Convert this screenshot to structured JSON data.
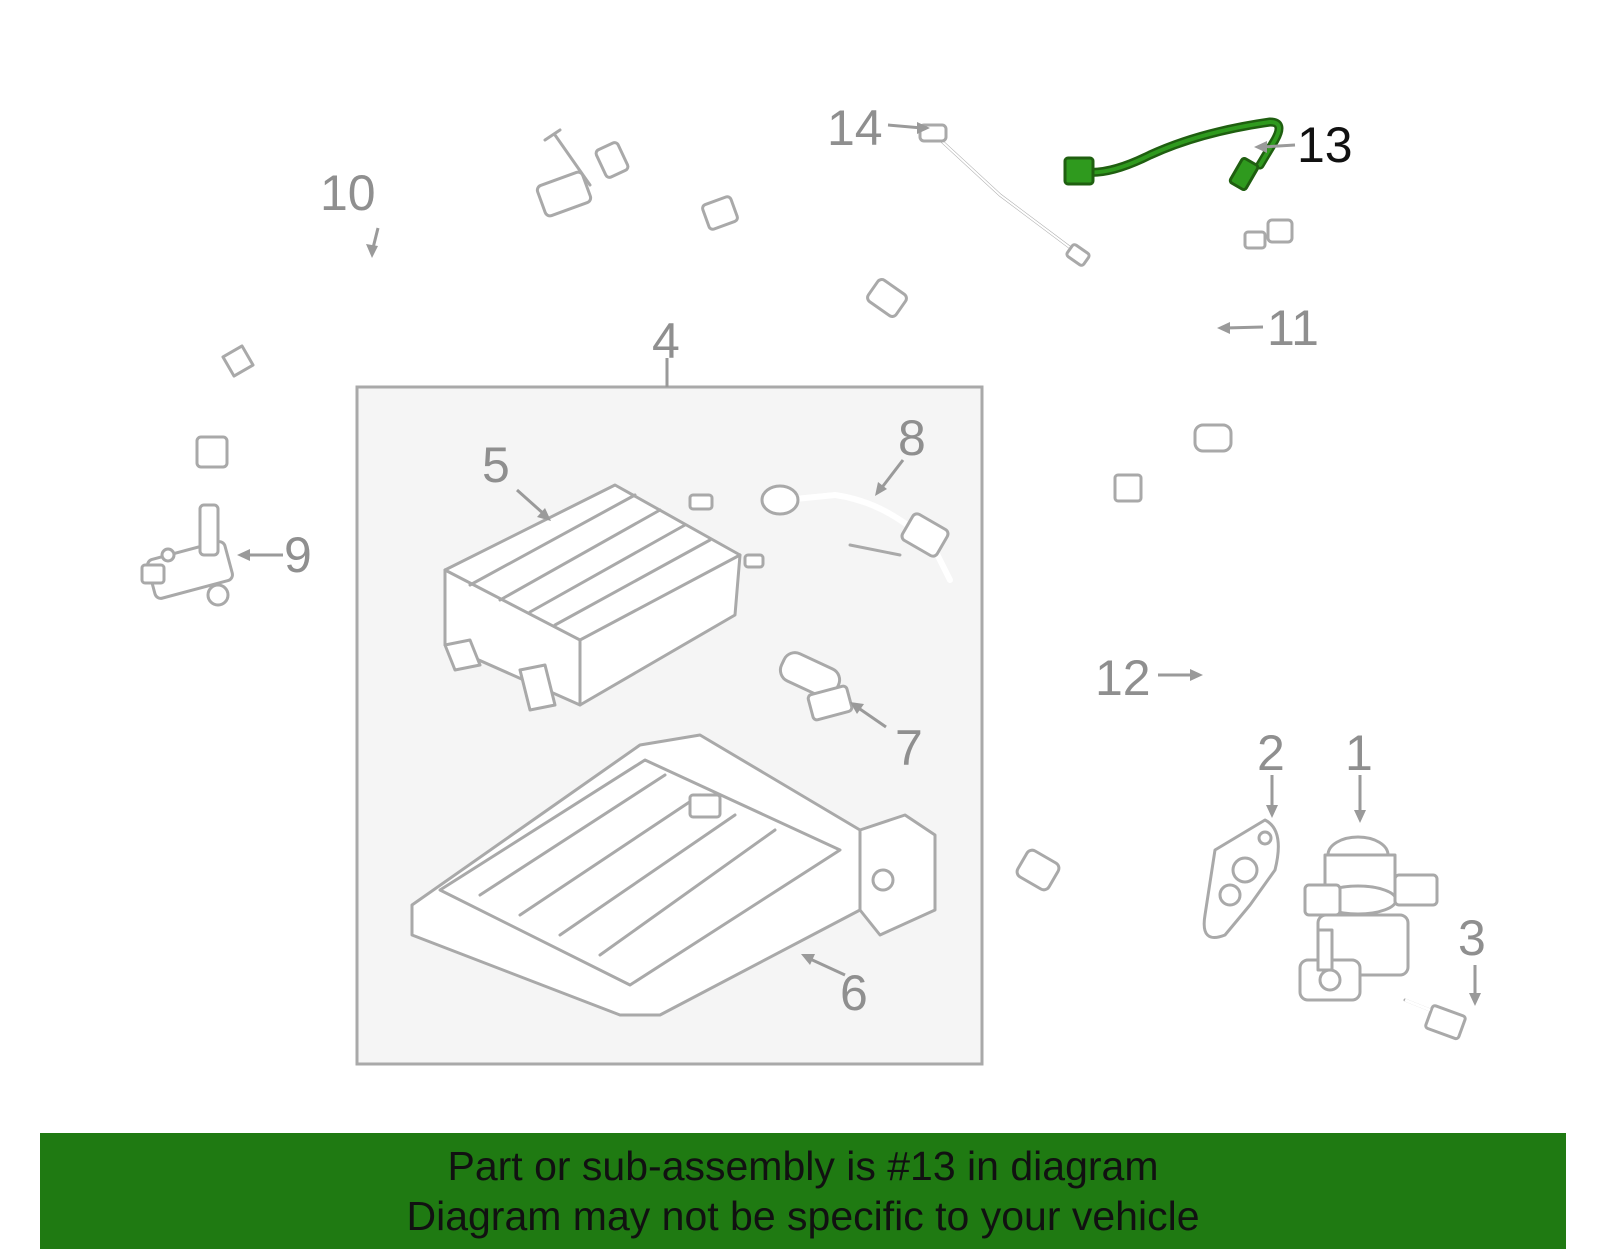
{
  "diagram": {
    "highlight_color": "#1f7a12",
    "line_color": "#a9a9a9",
    "callouts": {
      "c1": "1",
      "c2": "2",
      "c3": "3",
      "c4": "4",
      "c5": "5",
      "c6": "6",
      "c7": "7",
      "c8": "8",
      "c9": "9",
      "c10": "10",
      "c11": "11",
      "c12": "12",
      "c13": "13",
      "c14": "14"
    },
    "highlighted_part": "13"
  },
  "banner": {
    "line1": "Part or sub-assembly is #13 in diagram",
    "line2": "Diagram may not be specific to your vehicle",
    "background": "#1f7a12"
  }
}
